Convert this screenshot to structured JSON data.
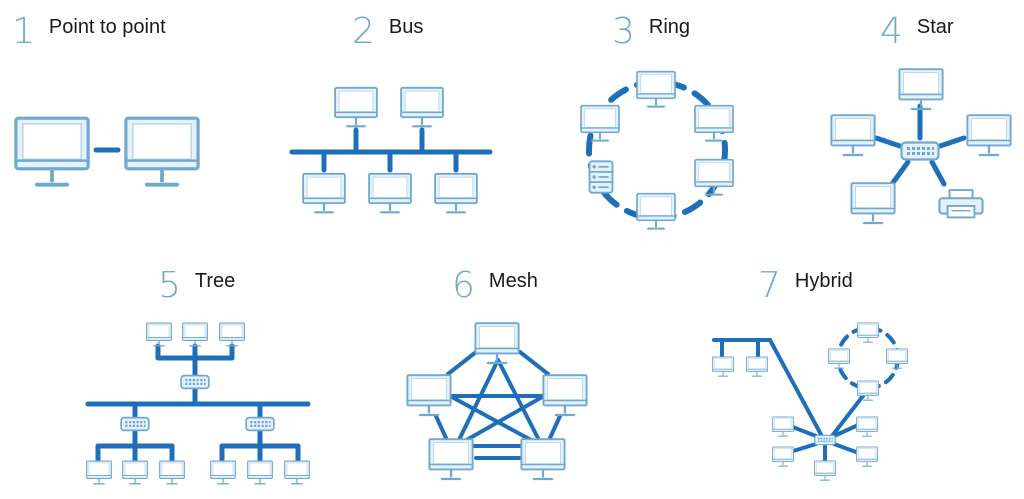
{
  "topologies": [
    {
      "number": "1",
      "name": "Point to point"
    },
    {
      "number": "2",
      "name": "Bus"
    },
    {
      "number": "3",
      "name": "Ring"
    },
    {
      "number": "4",
      "name": "Star"
    },
    {
      "number": "5",
      "name": "Tree"
    },
    {
      "number": "6",
      "name": "Mesh"
    },
    {
      "number": "7",
      "name": "Hybrid"
    }
  ],
  "colors": {
    "line": "#1f6fb8",
    "device_outline": "#6fa8d0",
    "device_fill": "#e6f1fb",
    "number": "#6fa8d0",
    "label": "#1a1a1a"
  },
  "icons": [
    "monitor-icon",
    "switch-icon",
    "server-icon",
    "printer-icon"
  ]
}
